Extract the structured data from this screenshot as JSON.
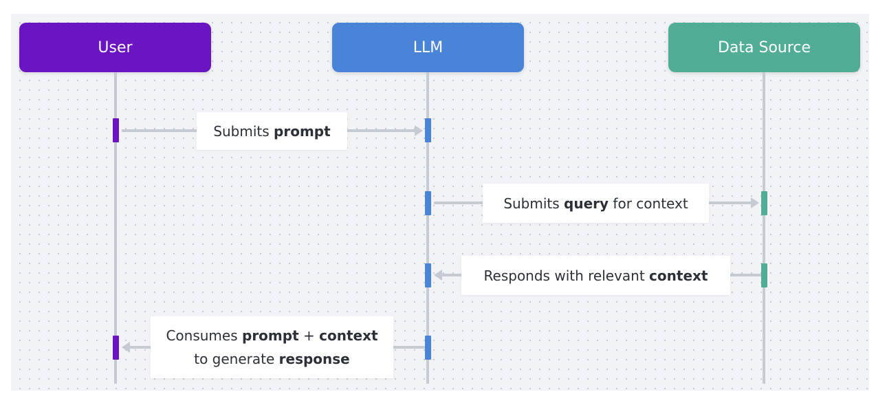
{
  "colors": {
    "user": "#6a14c2",
    "llm": "#4a84d9",
    "data_source": "#52ad97"
  },
  "actors": {
    "user": {
      "label": "User"
    },
    "llm": {
      "label": "LLM"
    },
    "data_source": {
      "label": "Data Source"
    }
  },
  "messages": {
    "m1": {
      "t1": "Submits ",
      "b1": "prompt"
    },
    "m2": {
      "t1": "Submits ",
      "b1": "query",
      "t2": " for context"
    },
    "m3": {
      "t1": "Responds with relevant ",
      "b1": "context"
    },
    "m4": {
      "t1": "Consumes ",
      "b1": "prompt",
      "t2": " + ",
      "b2": "context",
      "t3": "to generate ",
      "b3": "response"
    }
  }
}
